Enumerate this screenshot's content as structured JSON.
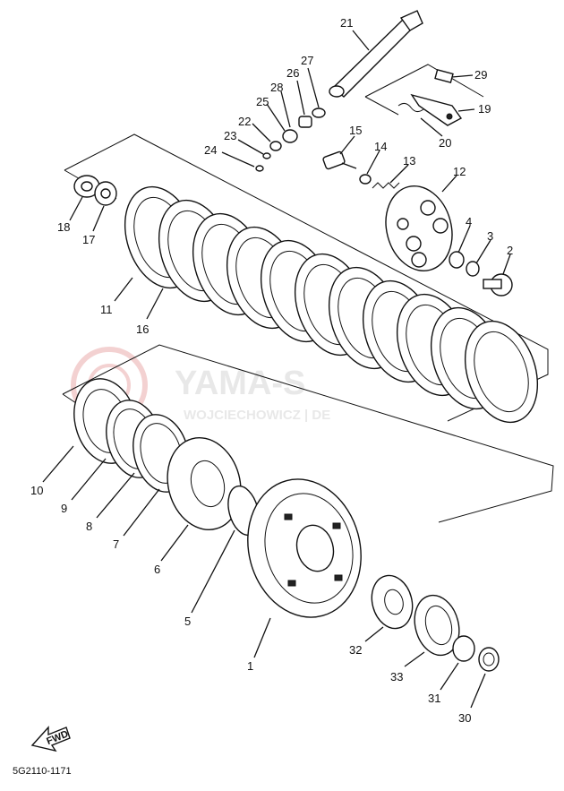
{
  "diagram": {
    "part_numbers": [
      "21",
      "27",
      "26",
      "28",
      "25",
      "22",
      "23",
      "24",
      "29",
      "19",
      "20",
      "15",
      "14",
      "13",
      "12",
      "18",
      "17",
      "11",
      "16",
      "4",
      "3",
      "2",
      "10",
      "9",
      "8",
      "7",
      "6",
      "5",
      "1",
      "32",
      "33",
      "31",
      "30"
    ],
    "watermark": {
      "brand": "YAMA-S",
      "tagline": "WOJCIECHOWICZ | DE"
    },
    "fwd_label": "FWD",
    "diagram_code": "5G2110-1171"
  }
}
